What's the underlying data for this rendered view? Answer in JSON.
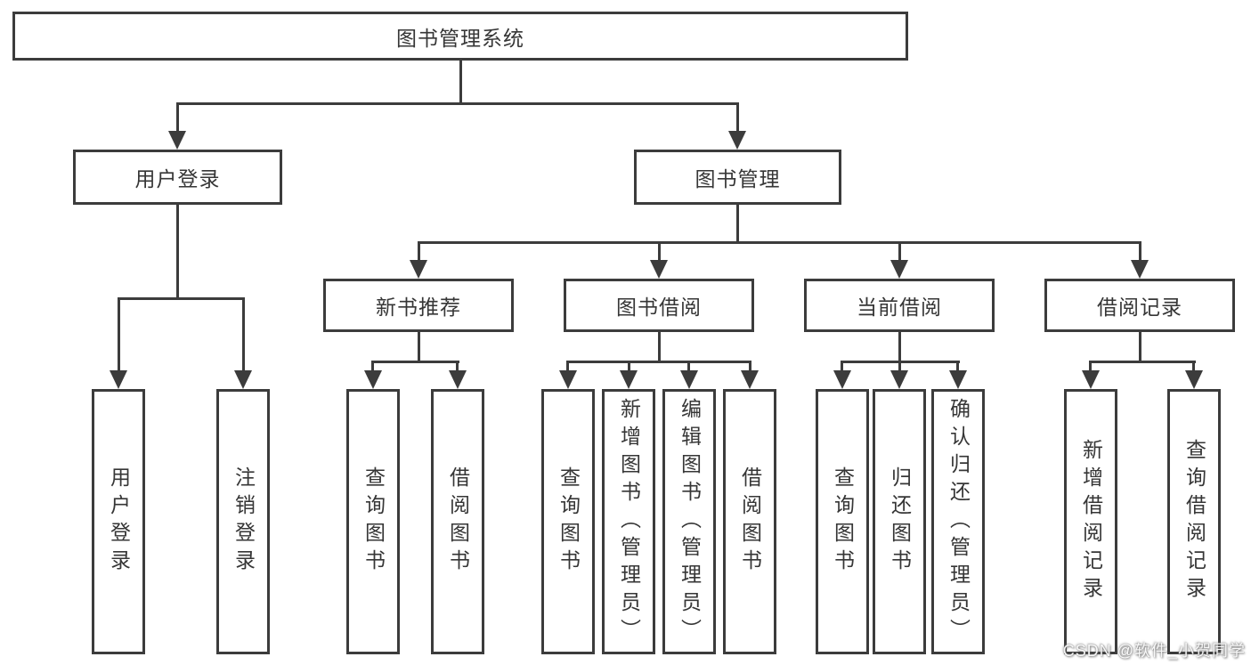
{
  "diagram": {
    "root": "图书管理系统",
    "branches": [
      {
        "label": "用户登录",
        "children": [
          {
            "label": "用户登录"
          },
          {
            "label": "注销登录"
          }
        ]
      },
      {
        "label": "图书管理",
        "sections": [
          {
            "label": "新书推荐",
            "children": [
              {
                "label": "查询图书"
              },
              {
                "label": "借阅图书"
              }
            ]
          },
          {
            "label": "图书借阅",
            "children": [
              {
                "label": "查询图书"
              },
              {
                "label": "新增图书（管理员）"
              },
              {
                "label": "编辑图书（管理员）"
              },
              {
                "label": "借阅图书"
              }
            ]
          },
          {
            "label": "当前借阅",
            "children": [
              {
                "label": "查询图书"
              },
              {
                "label": "归还图书"
              },
              {
                "label": "确认归还（管理员）"
              }
            ]
          },
          {
            "label": "借阅记录",
            "children": [
              {
                "label": "新增借阅记录"
              },
              {
                "label": "查询借阅记录"
              }
            ]
          }
        ]
      }
    ]
  },
  "watermark": "CSDN @软件_小贺同学",
  "colors": {
    "line": "#3c3c3c",
    "text": "#363636",
    "box_bg": "#ffffff",
    "background": "#ffffff"
  }
}
